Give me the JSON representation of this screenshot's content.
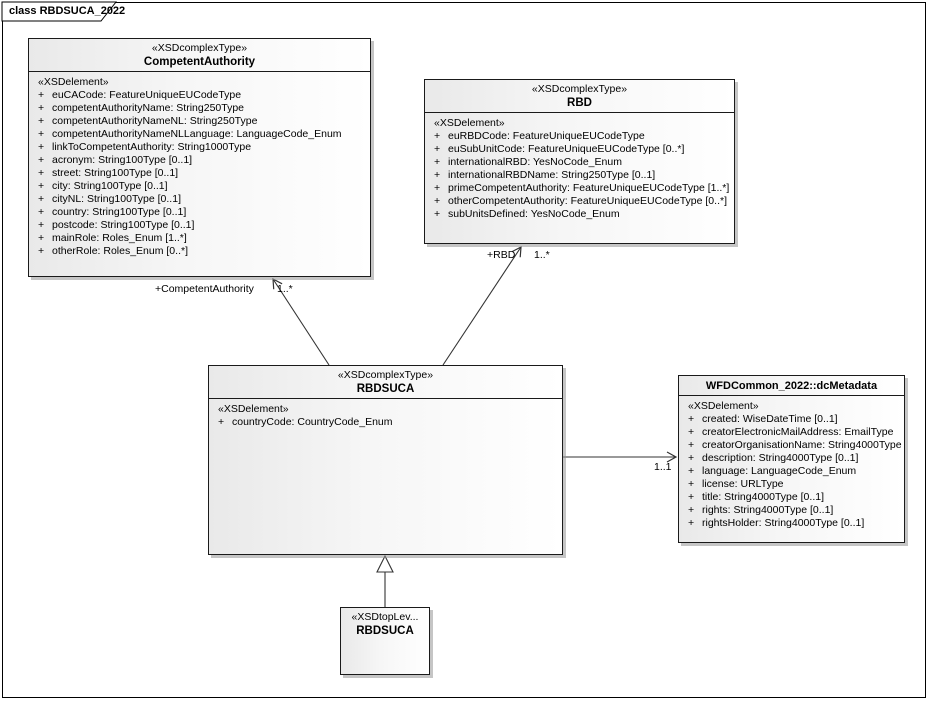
{
  "diagram": {
    "title": "class RBDSUCA_2022"
  },
  "classes": {
    "competentAuthority": {
      "stereotype": "«XSDcomplexType»",
      "name": "CompetentAuthority",
      "element_stereotype": "«XSDelement»",
      "attributes": [
        {
          "v": "+",
          "t": "euCACode: FeatureUniqueEUCodeType"
        },
        {
          "v": "+",
          "t": "competentAuthorityName: String250Type"
        },
        {
          "v": "+",
          "t": "competentAuthorityNameNL: String250Type"
        },
        {
          "v": "+",
          "t": "competentAuthorityNameNLLanguage: LanguageCode_Enum"
        },
        {
          "v": "+",
          "t": "linkToCompetentAuthority: String1000Type"
        },
        {
          "v": "+",
          "t": "acronym: String100Type [0..1]"
        },
        {
          "v": "+",
          "t": "street: String100Type [0..1]"
        },
        {
          "v": "+",
          "t": "city: String100Type [0..1]"
        },
        {
          "v": "+",
          "t": "cityNL: String100Type [0..1]"
        },
        {
          "v": "+",
          "t": "country: String100Type [0..1]"
        },
        {
          "v": "+",
          "t": "postcode: String100Type [0..1]"
        },
        {
          "v": "+",
          "t": "mainRole: Roles_Enum [1..*]"
        },
        {
          "v": "+",
          "t": "otherRole: Roles_Enum [0..*]"
        }
      ]
    },
    "rbd": {
      "stereotype": "«XSDcomplexType»",
      "name": "RBD",
      "element_stereotype": "«XSDelement»",
      "attributes": [
        {
          "v": "+",
          "t": "euRBDCode: FeatureUniqueEUCodeType"
        },
        {
          "v": "+",
          "t": "euSubUnitCode: FeatureUniqueEUCodeType [0..*]"
        },
        {
          "v": "+",
          "t": "internationalRBD: YesNoCode_Enum"
        },
        {
          "v": "+",
          "t": "internationalRBDName: String250Type [0..1]"
        },
        {
          "v": "+",
          "t": "primeCompetentAuthority: FeatureUniqueEUCodeType [1..*]"
        },
        {
          "v": "+",
          "t": "otherCompetentAuthority: FeatureUniqueEUCodeType [0..*]"
        },
        {
          "v": "+",
          "t": "subUnitsDefined: YesNoCode_Enum"
        }
      ]
    },
    "rbdsuca": {
      "stereotype": "«XSDcomplexType»",
      "name": "RBDSUCA",
      "element_stereotype": "«XSDelement»",
      "attributes": [
        {
          "v": "+",
          "t": "countryCode: CountryCode_Enum"
        }
      ]
    },
    "dcMetadata": {
      "name": "WFDCommon_2022::dcMetadata",
      "element_stereotype": "«XSDelement»",
      "attributes": [
        {
          "v": "+",
          "t": "created: WiseDateTime [0..1]"
        },
        {
          "v": "+",
          "t": "creatorElectronicMailAddress: EmailType"
        },
        {
          "v": "+",
          "t": "creatorOrganisationName: String4000Type"
        },
        {
          "v": "+",
          "t": "description: String4000Type [0..1]"
        },
        {
          "v": "+",
          "t": "language: LanguageCode_Enum"
        },
        {
          "v": "+",
          "t": "license: URLType"
        },
        {
          "v": "+",
          "t": "title: String4000Type [0..1]"
        },
        {
          "v": "+",
          "t": "rights: String4000Type [0..1]"
        },
        {
          "v": "+",
          "t": "rightsHolder: String4000Type [0..1]"
        }
      ]
    },
    "rbdsucaTopLevel": {
      "stereotype": "«XSDtopLev...",
      "name": "RBDSUCA"
    }
  },
  "connectors": {
    "competentAuthority": {
      "role": "+CompetentAuthority",
      "multiplicity": "1..*"
    },
    "rbd": {
      "role": "+RBD",
      "multiplicity": "1..*"
    },
    "dcMetadata": {
      "multiplicity": "1..1"
    }
  },
  "colors": {
    "line": "#333333",
    "box_border": "#1a1a1a",
    "box_fill_left": "#e9e9e9",
    "box_fill_right": "#ffffff"
  }
}
